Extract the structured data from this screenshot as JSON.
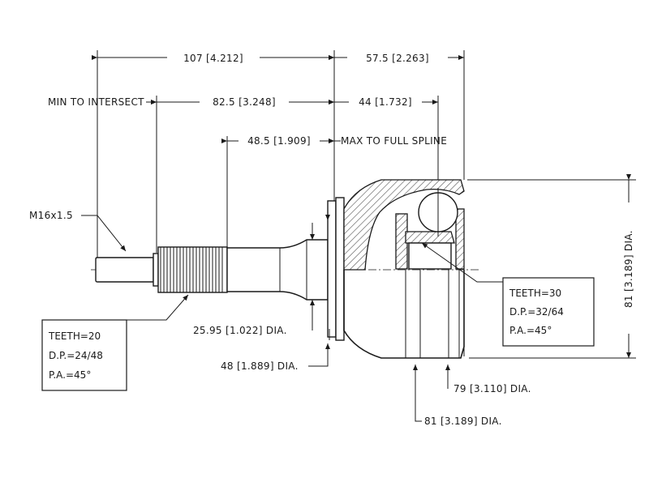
{
  "dimensions": {
    "overall_length": "107 [4.212]",
    "bell_length": "57.5 [2.263]",
    "min_to_intersect_label": "MIN TO INTERSECT",
    "min_to_intersect_value": "82.5 [3.248]",
    "bell_depth": "44 [1.732]",
    "spline_value": "48.5 [1.909]",
    "max_to_full_spline_label": "MAX TO FULL SPLINE",
    "thread": "M16x1.5",
    "shaft_dia": "25.95 [1.022] DIA.",
    "flange_dia": "48 [1.889] DIA.",
    "outer_dia_vertical": "81 [3.189] DIA.",
    "inner_dia": "79 [3.110] DIA.",
    "outer_dia": "81 [3.189] DIA."
  },
  "spline_left": {
    "teeth": "TEETH=20",
    "dp": "D.P.=24/48",
    "pa": "P.A.=45°"
  },
  "spline_right": {
    "teeth": "TEETH=30",
    "dp": "D.P.=32/64",
    "pa": "P.A.=45°"
  }
}
